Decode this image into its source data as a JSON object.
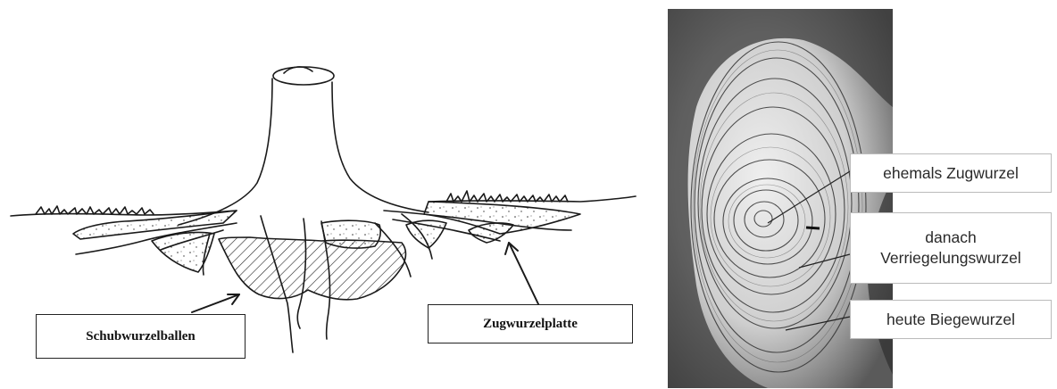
{
  "left_diagram": {
    "labels": {
      "push_root_ball": "Schubwurzelballen",
      "tension_root_plate": "Zugwurzelplatte"
    }
  },
  "right_photo": {
    "labels": {
      "former": "ehemals Zugwurzel",
      "then_line1": "danach",
      "then_line2": "Verriegelungswurzel",
      "today": "heute Biegewurzel"
    }
  },
  "colors": {
    "ink": "#1a1a1a",
    "photo_dark": "#2b2b2b",
    "photo_light": "#d8d8d8"
  }
}
